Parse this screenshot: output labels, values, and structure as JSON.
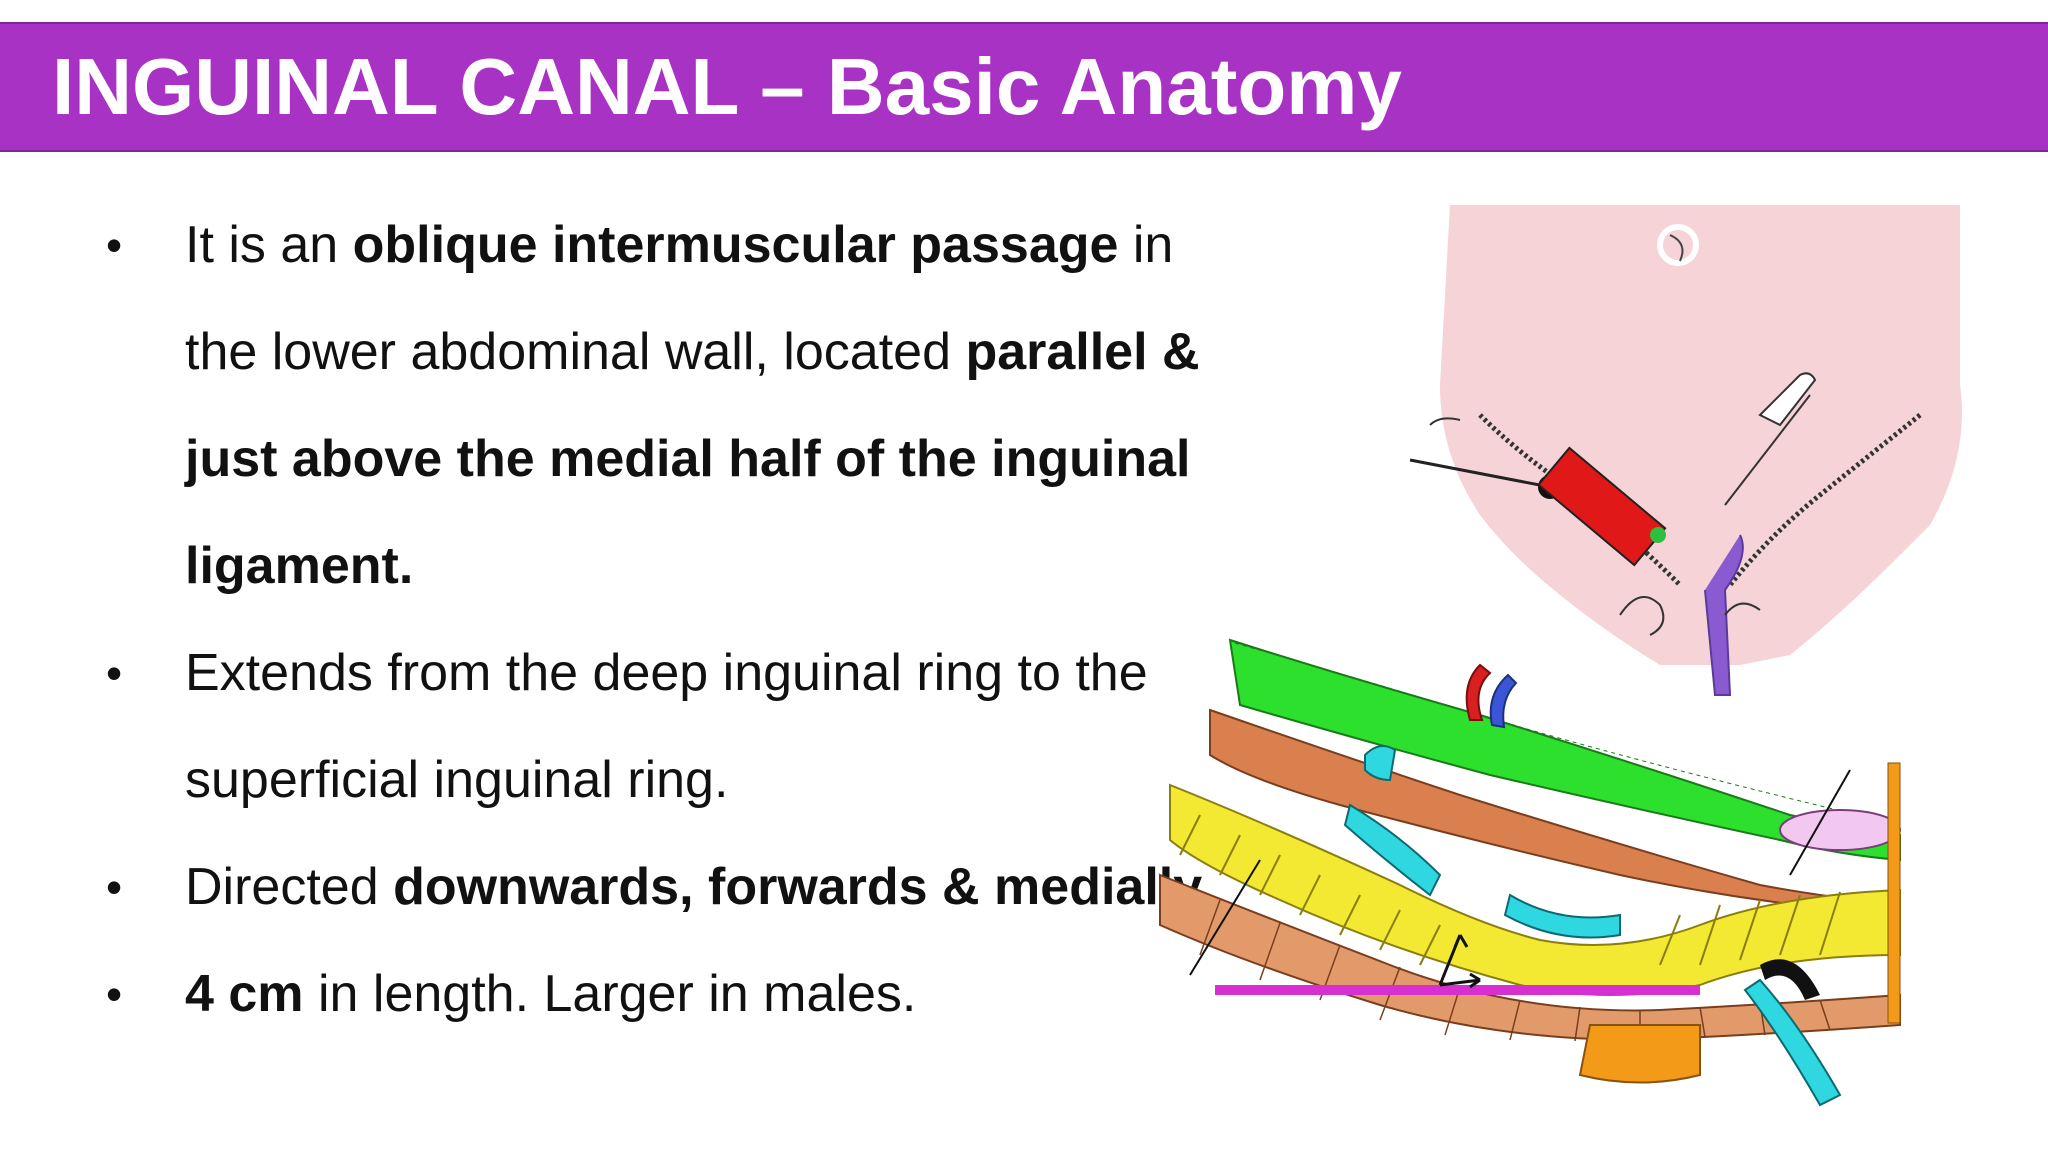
{
  "slide": {
    "title": "INGUINAL CANAL – Basic Anatomy",
    "colors": {
      "title_bar": "#a832c4",
      "title_text": "#ffffff",
      "body_text": "#111111"
    }
  },
  "bullets": [
    {
      "segments": [
        {
          "text": "It is an ",
          "bold": false
        },
        {
          "text": "oblique intermuscular passage",
          "bold": true
        },
        {
          "text": " in the lower abdominal wall, located ",
          "bold": false
        },
        {
          "text": "parallel & just above the medial half of the inguinal ligament.",
          "bold": true
        }
      ]
    },
    {
      "segments": [
        {
          "text": "Extends from the deep inguinal ring to the superficial inguinal ring.",
          "bold": false
        }
      ]
    },
    {
      "segments": [
        {
          "text": "Directed ",
          "bold": false
        },
        {
          "text": "downwards, forwards & medially",
          "bold": true
        },
        {
          "text": ".",
          "bold": false
        }
      ]
    },
    {
      "segments": [
        {
          "text": "4 cm",
          "bold": true
        },
        {
          "text": " in length. Larger in males.",
          "bold": false
        }
      ]
    }
  ],
  "figure": {
    "icons": [
      "torso-diagram",
      "inguinal-canal-layers-diagram"
    ]
  }
}
